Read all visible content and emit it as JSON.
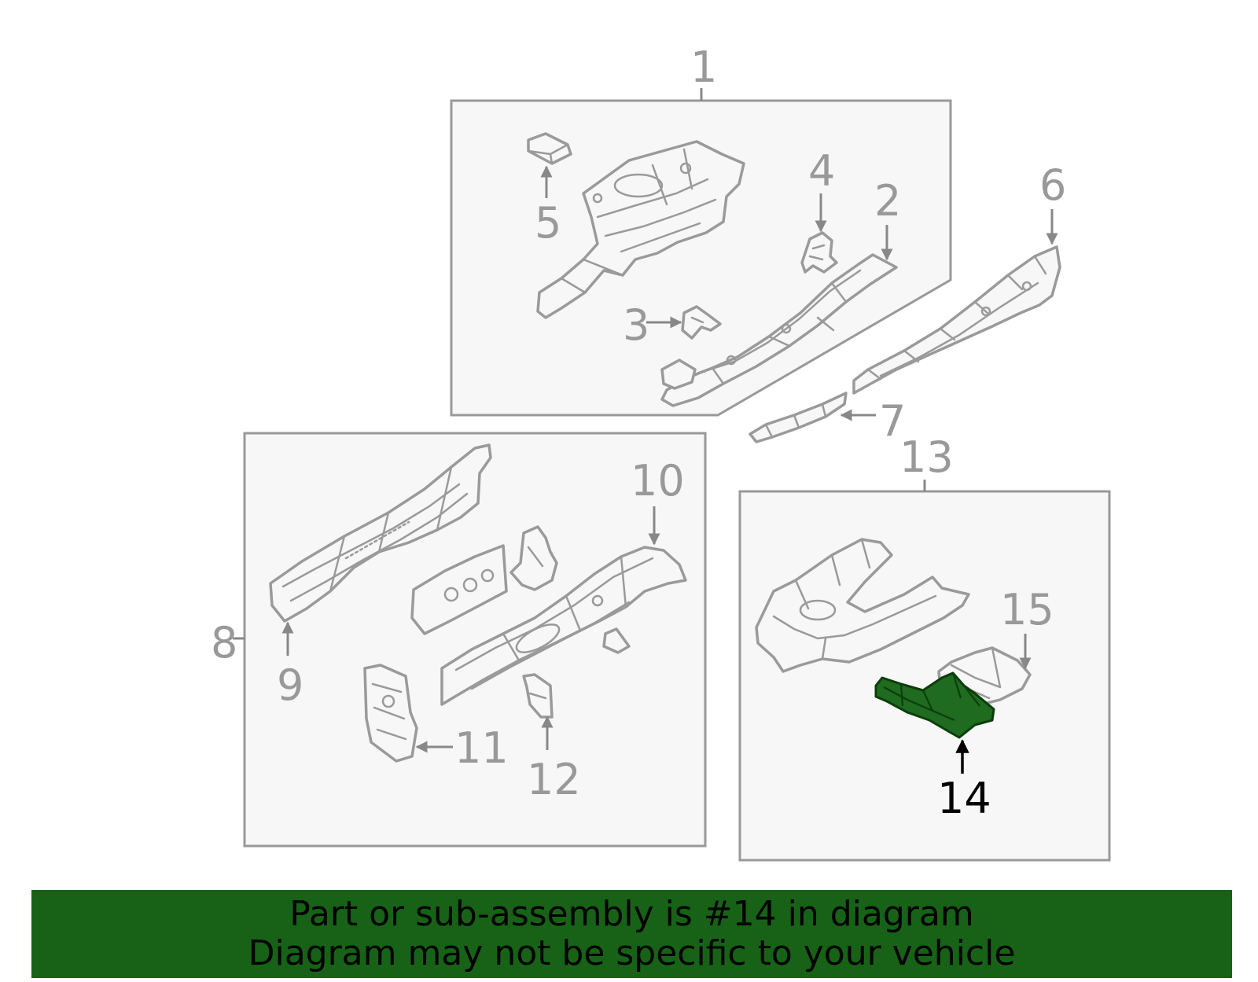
{
  "diagram": {
    "callouts": [
      "1",
      "2",
      "3",
      "4",
      "5",
      "6",
      "7",
      "8",
      "9",
      "10",
      "11",
      "12",
      "13",
      "14",
      "15"
    ],
    "highlighted_callout": "14",
    "highlight_color": "#1f6b1f",
    "line_color": "#999999"
  },
  "banner": {
    "line1": "Part or sub-assembly is #14 in diagram",
    "line2": "Diagram may not be specific to your vehicle",
    "background": "#176217"
  }
}
